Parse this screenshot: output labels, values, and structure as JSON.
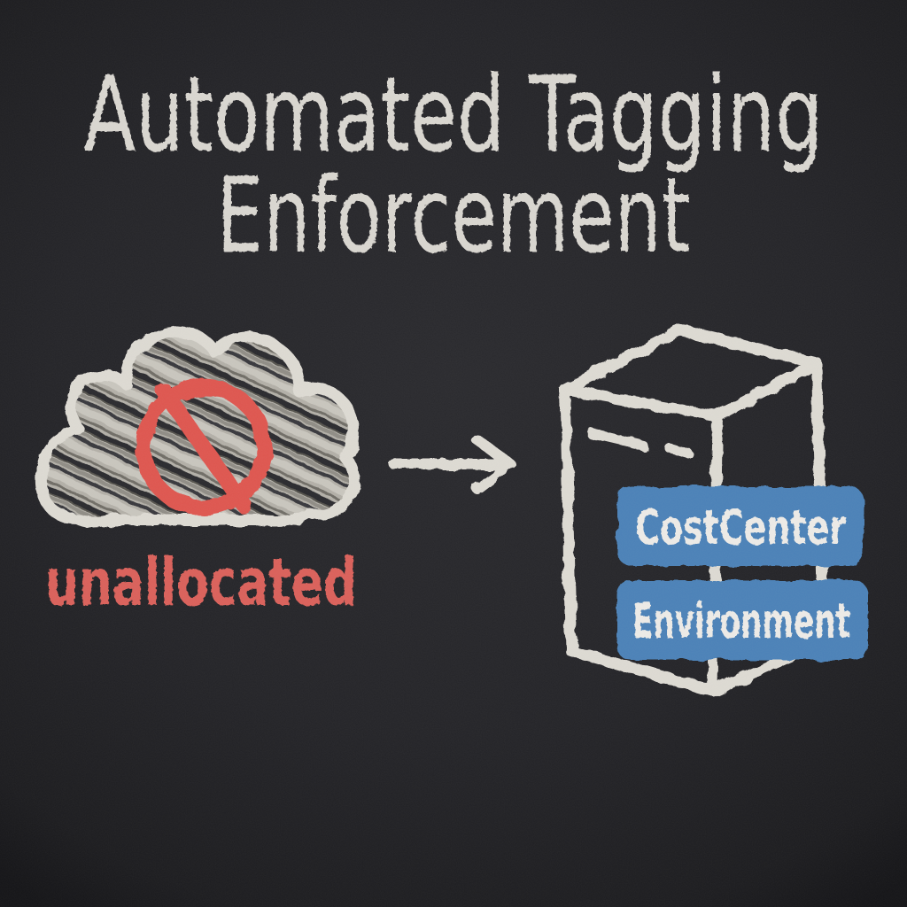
{
  "title": {
    "line1": "Automated Tagging",
    "line2": "Enforcement"
  },
  "source": {
    "icon": "cloud-with-no-symbol",
    "label": "unallocated"
  },
  "flow": {
    "icon": "right-arrow"
  },
  "resource": {
    "icon": "server-box",
    "tags": [
      {
        "label": "CostCenter"
      },
      {
        "label": "Environment"
      }
    ]
  },
  "colors": {
    "background": "#242428",
    "chalk": "#dcd9d2",
    "title_chalk": "#d8d5cf",
    "scribble_light": "#b2afa7",
    "alert_red": "#dd5750",
    "label_red": "#d9615a",
    "tag_blue": "#4b81b7",
    "tag_text": "#eceae6"
  }
}
